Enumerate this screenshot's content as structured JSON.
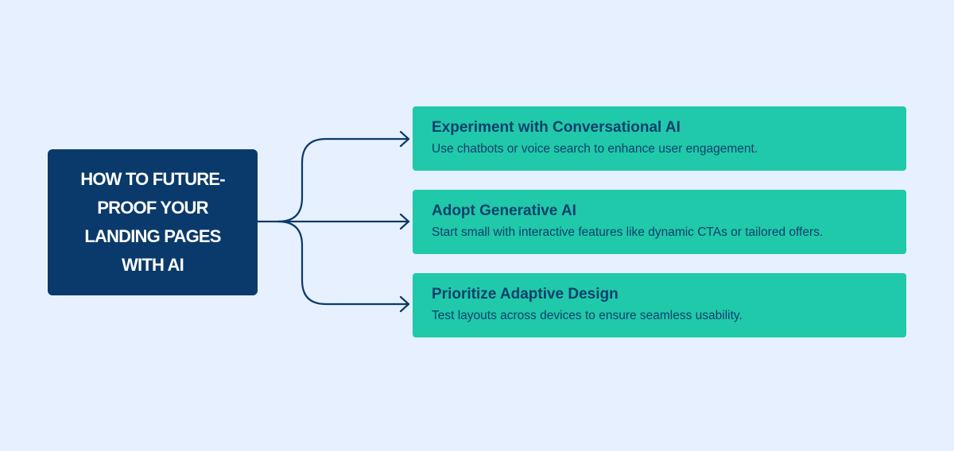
{
  "root": {
    "title": "HOW TO FUTURE-PROOF YOUR LANDING PAGES WITH AI"
  },
  "branches": [
    {
      "title": "Experiment with Conversational AI",
      "description": "Use chatbots or voice search to enhance user engagement."
    },
    {
      "title": "Adopt Generative AI",
      "description": "Start small with interactive features like dynamic CTAs or tailored offers."
    },
    {
      "title": "Prioritize Adaptive Design",
      "description": "Test layouts across devices to ensure seamless usability."
    }
  ],
  "colors": {
    "background": "#E6F0FE",
    "root_box": "#0A3A6B",
    "root_text": "#FFFFFF",
    "branch_box": "#20C9A9",
    "branch_text": "#0E3F6E",
    "connector": "#0A3A6B"
  }
}
